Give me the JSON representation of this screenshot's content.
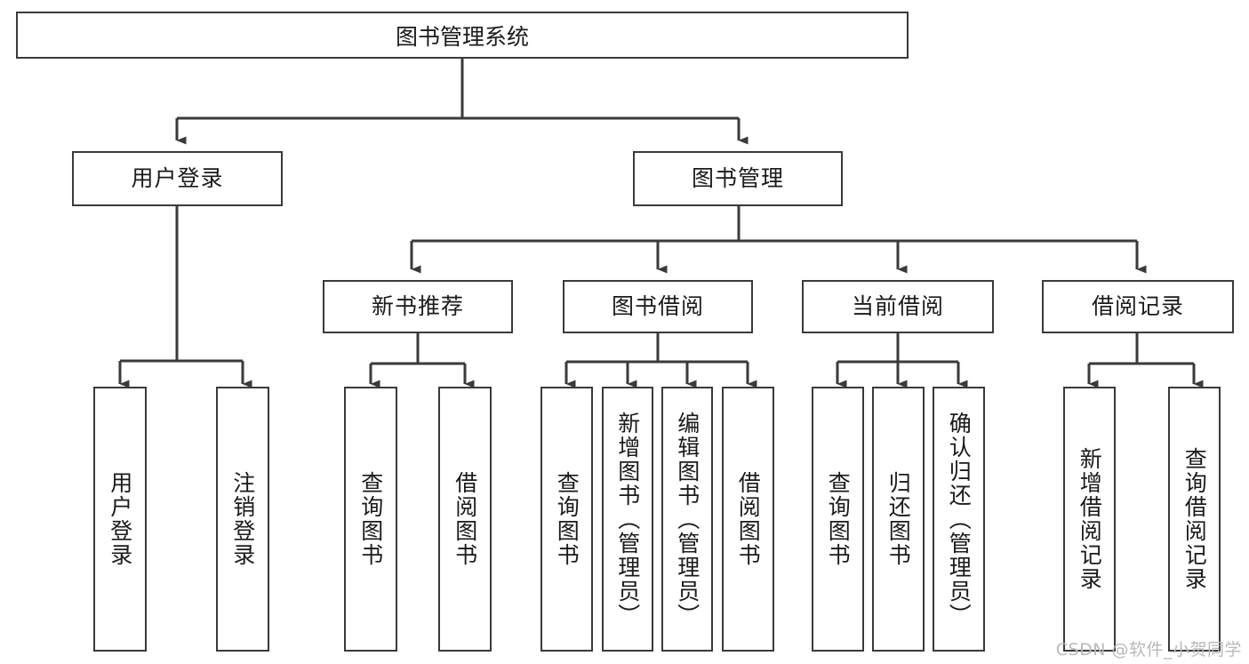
{
  "diagram": {
    "title": "图书管理系统",
    "type": "tree",
    "watermark": "CSDN @软件_小贺同学",
    "levels": {
      "root": {
        "label": "图书管理系统"
      },
      "level2": [
        {
          "id": "user-login",
          "label": "用户登录"
        },
        {
          "id": "book-management",
          "label": "图书管理"
        }
      ],
      "level3": [
        {
          "id": "new-book-recommend",
          "label": "新书推荐",
          "parent": "book-management"
        },
        {
          "id": "book-borrow",
          "label": "图书借阅",
          "parent": "book-management"
        },
        {
          "id": "current-borrow",
          "label": "当前借阅",
          "parent": "book-management"
        },
        {
          "id": "borrow-record",
          "label": "借阅记录",
          "parent": "book-management"
        }
      ],
      "leaves": [
        {
          "id": "leaf-user-login",
          "label": "用户登录",
          "parent": "user-login"
        },
        {
          "id": "leaf-logout-login",
          "label": "注销登录",
          "parent": "user-login"
        },
        {
          "id": "leaf-query-book-1",
          "label": "查询图书",
          "parent": "new-book-recommend"
        },
        {
          "id": "leaf-borrow-book-1",
          "label": "借阅图书",
          "parent": "new-book-recommend"
        },
        {
          "id": "leaf-query-book-2",
          "label": "查询图书",
          "parent": "book-borrow"
        },
        {
          "id": "leaf-add-book",
          "label": "新增图书（管理员）",
          "parent": "book-borrow"
        },
        {
          "id": "leaf-edit-book",
          "label": "编辑图书（管理员）",
          "parent": "book-borrow"
        },
        {
          "id": "leaf-borrow-book-2",
          "label": "借阅图书",
          "parent": "book-borrow"
        },
        {
          "id": "leaf-query-book-3",
          "label": "查询图书",
          "parent": "current-borrow"
        },
        {
          "id": "leaf-return-book",
          "label": "归还图书",
          "parent": "current-borrow"
        },
        {
          "id": "leaf-confirm-return",
          "label": "确认归还（管理员）",
          "parent": "current-borrow"
        },
        {
          "id": "leaf-add-record",
          "label": "新增借阅记录",
          "parent": "borrow-record"
        },
        {
          "id": "leaf-query-record",
          "label": "查询借阅记录",
          "parent": "borrow-record"
        }
      ]
    },
    "colors": {
      "stroke": "#3a3a3a",
      "background": "#ffffff",
      "text": "#1a1a1a",
      "watermark": "#b9b9b9"
    }
  }
}
